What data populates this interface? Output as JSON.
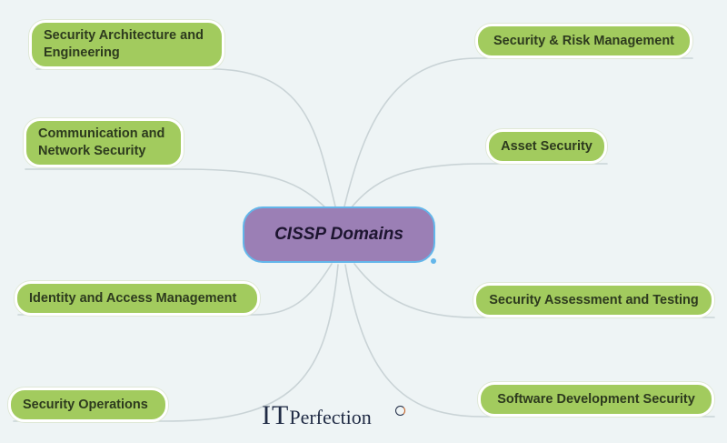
{
  "center": {
    "label": "CISSP Domains"
  },
  "domains": [
    {
      "label": "Security Architecture and Engineering"
    },
    {
      "label": "Communication and Network Security"
    },
    {
      "label": "Identity and Access Management"
    },
    {
      "label": "Security Operations"
    },
    {
      "label": "Security & Risk Management"
    },
    {
      "label": "Asset Security"
    },
    {
      "label": "Security Assessment and Testing"
    },
    {
      "label": "Software Development Security"
    }
  ],
  "logo": {
    "prefix": "IT",
    "suffix": "Perfection"
  },
  "colors": {
    "background": "#eef4f5",
    "node_fill": "#a2cb5e",
    "center_fill": "#9b7fb5",
    "center_border": "#63b6ea",
    "connector": "#c9d3d6"
  }
}
